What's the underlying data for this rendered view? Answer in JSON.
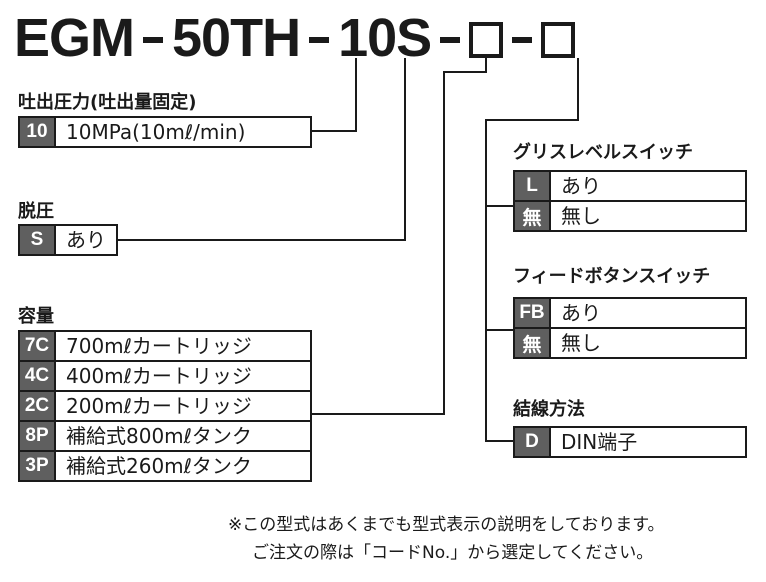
{
  "model": {
    "segments": [
      "EGM",
      "50TH",
      "10S"
    ]
  },
  "pressure": {
    "heading": "吐出圧力(吐出量固定)",
    "options": [
      {
        "code": "10",
        "value": "10MPa(10mℓ/min)"
      }
    ]
  },
  "depressurize": {
    "heading": "脱圧",
    "options": [
      {
        "code": "S",
        "value": "あり"
      }
    ]
  },
  "capacity": {
    "heading": "容量",
    "options": [
      {
        "code": "7C",
        "value": "700mℓカートリッジ"
      },
      {
        "code": "4C",
        "value": "400mℓカートリッジ"
      },
      {
        "code": "2C",
        "value": "200mℓカートリッジ"
      },
      {
        "code": "8P",
        "value": "補給式800mℓタンク"
      },
      {
        "code": "3P",
        "value": "補給式260mℓタンク"
      }
    ]
  },
  "grease_switch": {
    "heading": "グリスレベルスイッチ",
    "options": [
      {
        "code": "L",
        "value": "あり"
      },
      {
        "code": "無",
        "value": "無し"
      }
    ]
  },
  "feed_switch": {
    "heading": "フィードボタンスイッチ",
    "options": [
      {
        "code": "FB",
        "value": "あり"
      },
      {
        "code": "無",
        "value": "無し"
      }
    ]
  },
  "wiring": {
    "heading": "結線方法",
    "options": [
      {
        "code": "D",
        "value": "DIN端子"
      }
    ]
  },
  "notes": [
    "※この型式はあくまでも型式表示の説明をしております。",
    "ご注文の際は「コードNo.」から選定してください。"
  ],
  "colors": {
    "code_bg": "#5f5f5f",
    "line": "#1a1a1a"
  }
}
